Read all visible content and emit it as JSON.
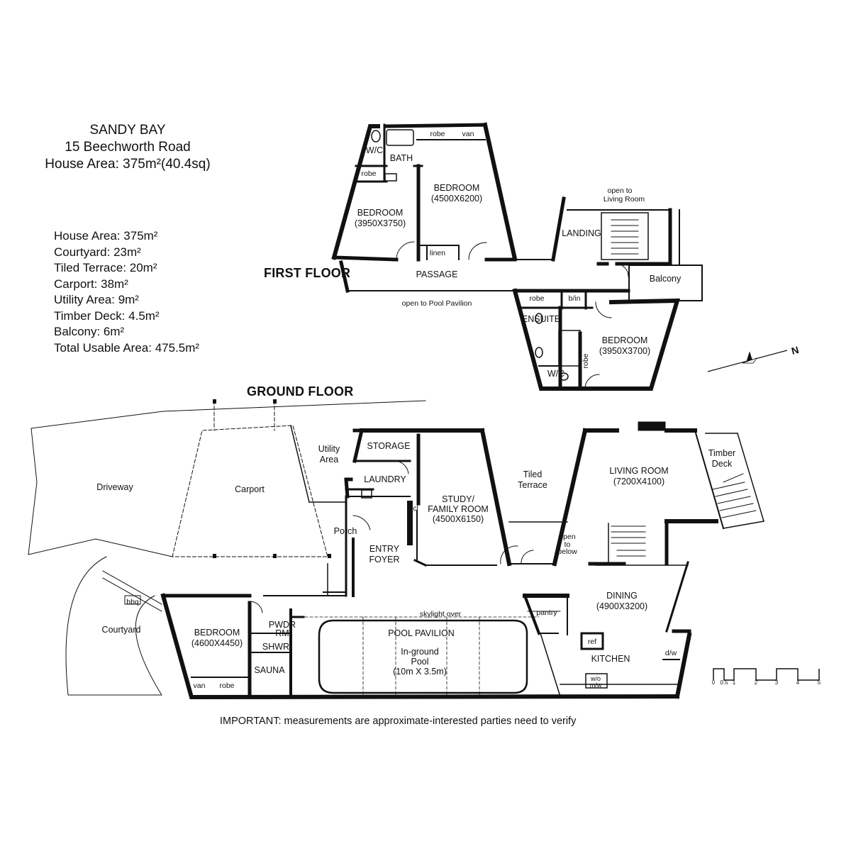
{
  "header": {
    "suburb": "SANDY BAY",
    "address": "15 Beechworth Road",
    "house_area": "House Area: 375m²(40.4sq)"
  },
  "areas": [
    "House Area: 375m²",
    "Courtyard: 23m²",
    "Tiled Terrace: 20m²",
    "Carport: 38m²",
    "Utility Area: 9m²",
    "Timber Deck: 4.5m²",
    "Balcony: 6m²",
    "Total Usable Area: 475.5m²"
  ],
  "first_floor": {
    "label": "FIRST FLOOR",
    "rooms": {
      "wc": "W/C",
      "bath": "BATH",
      "robe_top": "robe",
      "van_top": "van",
      "robe_left": "robe",
      "bedroom_left": "BEDROOM",
      "bedroom_left_dim": "(3950X3750)",
      "bedroom_mid": "BEDROOM",
      "bedroom_mid_dim": "(4500X6200)",
      "linen": "linen",
      "passage": "PASSAGE",
      "open_pool": "open to Pool Pavilion",
      "open_living": "open to",
      "open_living_2": "Living Room",
      "landing": "LANDING",
      "balcony": "Balcony",
      "robe_ensuite": "robe",
      "b_in": "b/in",
      "ensuite": "ENSUITE",
      "bedroom_right": "BEDROOM",
      "bedroom_right_dim": "(3950X3700)",
      "robe_vertical": "robe",
      "wc_right": "W/C"
    }
  },
  "ground_floor": {
    "label": "GROUND FLOOR",
    "rooms": {
      "driveway": "Driveway",
      "carport": "Carport",
      "utility": "Utility",
      "utility_2": "Area",
      "storage": "STORAGE",
      "laundry": "LAUNDRY",
      "porch": "Porch",
      "entry": "ENTRY",
      "entry_2": "FOYER",
      "study": "STUDY/",
      "study_2": "FAMILY ROOM",
      "study_dim": "(4500X6150)",
      "cl": "cl",
      "tiled": "Tiled",
      "tiled_2": "Terrace",
      "living": "LIVING ROOM",
      "living_dim": "(7200X4100)",
      "timber": "Timber",
      "timber_2": "Deck",
      "open_below": "open",
      "open_below_2": "to",
      "open_below_3": "below",
      "courtyard": "Courtyard",
      "bbq": "bbq",
      "bedroom": "BEDROOM",
      "bedroom_dim": "(4600X4450)",
      "pwdr": "PWDR",
      "pwdr_2": "RM",
      "shwr": "SHWR",
      "sauna": "SAUNA",
      "van": "van",
      "robe": "robe",
      "skylight": "skylight over",
      "pool_pavilion": "POOL PAVILION",
      "pool": "In-ground",
      "pool_2": "Pool",
      "pool_dim": "(10m X 3.5m)",
      "pantry": "pantry",
      "dining": "DINING",
      "dining_dim": "(4900X3200)",
      "ref": "ref",
      "kitchen": "KITCHEN",
      "dw": "d/w",
      "wo": "w/o",
      "mw": "m/w"
    }
  },
  "compass": {
    "label": "N"
  },
  "scale": {
    "ticks": [
      "0",
      "0.5",
      "1",
      "2",
      "3",
      "4",
      "5"
    ]
  },
  "note": "IMPORTANT: measurements are approximate-interested parties need to verify"
}
